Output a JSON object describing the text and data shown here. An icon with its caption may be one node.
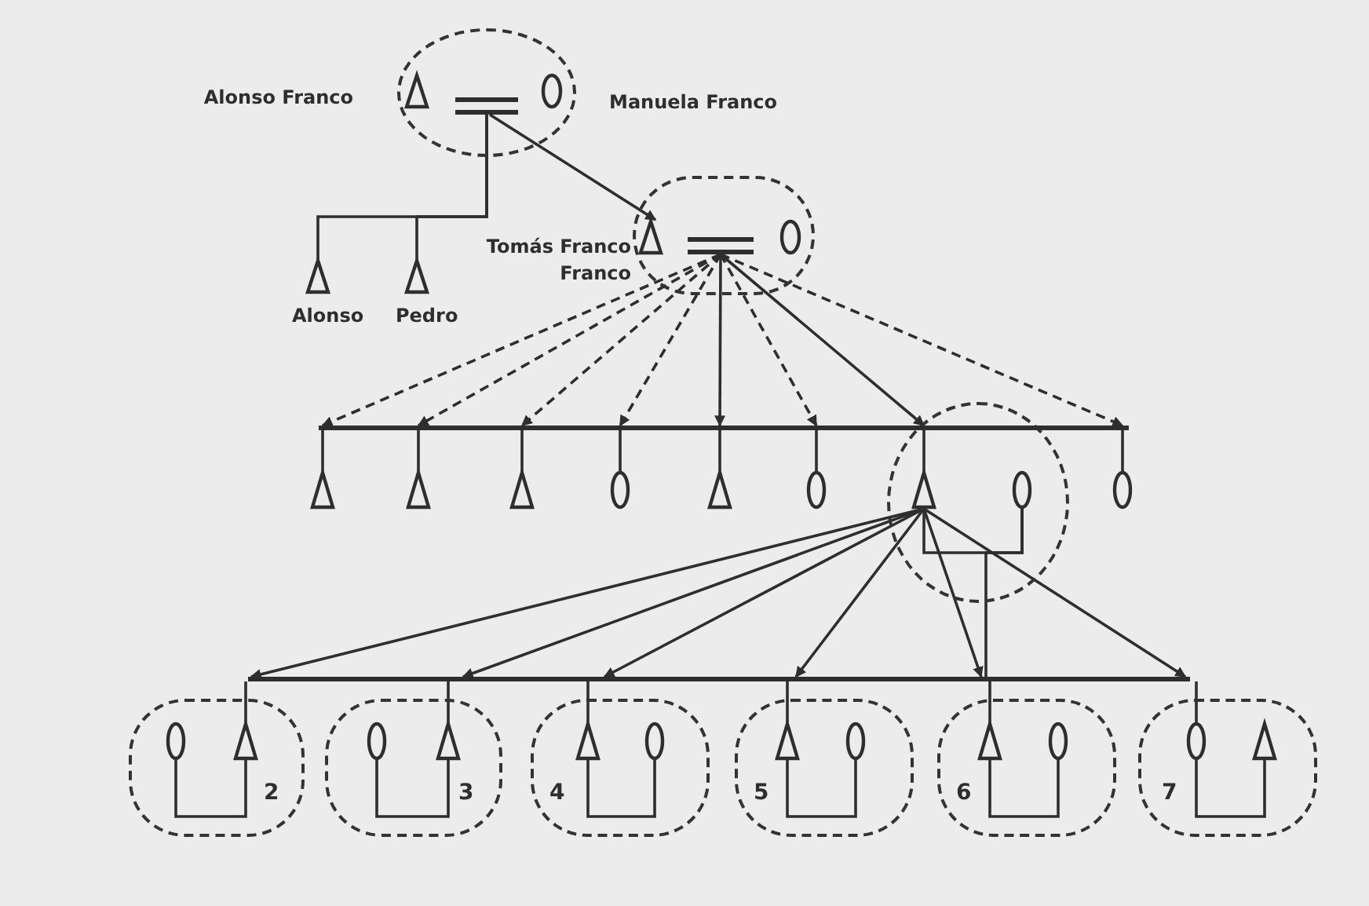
{
  "diagram": {
    "nodes": [
      {
        "text": [],
        "shape": "circle"
      },
      {
        "text": [],
        "shape": "triangle",
        "in": 0,
        "beside": [
          "Alonso Franco"
        ]
      },
      {
        "text": [],
        "shape": "bar",
        "in": 0
      },
      {
        "text": [],
        "shape": "circle",
        "in": 0,
        "beside": [
          "Manuela Franco"
        ]
      },
      {
        "text": [],
        "shape": "triangle",
        "beside": [
          "Alonso"
        ]
      },
      {
        "text": [],
        "shape": "triangle",
        "beside": [
          "Pedro"
        ]
      },
      {
        "text": [],
        "shape": "box"
      },
      {
        "text": [],
        "shape": "triangle",
        "in": 6,
        "beside": [
          "Tomás Franco Franco"
        ]
      },
      {
        "text": [],
        "shape": "bar",
        "in": 6
      },
      {
        "text": [],
        "shape": "circle",
        "in": 6
      },
      {
        "text": [],
        "shape": "triangle"
      },
      {
        "text": [],
        "shape": "triangle"
      },
      {
        "text": [],
        "shape": "triangle"
      },
      {
        "text": [],
        "shape": "circle"
      },
      {
        "text": [],
        "shape": "triangle"
      },
      {
        "text": [],
        "shape": "circle"
      },
      {
        "text": [],
        "shape": "circle"
      },
      {
        "text": [],
        "shape": "triangle",
        "in": 16
      },
      {
        "text": [],
        "shape": "circle",
        "in": 16
      },
      {
        "text": [],
        "shape": "circle"
      },
      {
        "text": [
          "2"
        ]
      },
      {
        "text": [],
        "shape": "circle",
        "in": 20
      },
      {
        "text": [],
        "shape": "triangle",
        "in": 20
      },
      {
        "text": [
          "3"
        ]
      },
      {
        "text": [],
        "shape": "circle",
        "in": 23
      },
      {
        "text": [],
        "shape": "triangle",
        "in": 23
      },
      {
        "text": [
          "4"
        ]
      },
      {
        "text": [],
        "shape": "triangle",
        "in": 26
      },
      {
        "text": [],
        "shape": "circle",
        "in": 26
      },
      {
        "text": [
          "5"
        ]
      },
      {
        "text": [],
        "shape": "triangle",
        "in": 29
      },
      {
        "text": [],
        "shape": "circle",
        "in": 29
      },
      {
        "text": [
          "6"
        ]
      },
      {
        "text": [],
        "shape": "triangle",
        "in": 32
      },
      {
        "text": [],
        "shape": "circle",
        "in": 32
      },
      {
        "text": [
          "7"
        ]
      },
      {
        "text": [],
        "shape": "circle",
        "in": 35
      },
      {
        "text": [],
        "shape": "triangle",
        "in": 35
      },
      {
        "text": [],
        "shape": "bar"
      },
      {
        "text": [],
        "shape": "bar"
      }
    ],
    "edges": [
      {
        "from": 2,
        "to": 4,
        "arrow": "none"
      },
      {
        "from": 2,
        "to": 5,
        "arrow": "none"
      },
      {
        "from": 2,
        "to": 7,
        "arrow": "to"
      },
      {
        "from": 8,
        "to": 38,
        "arrow": "to",
        "style": "dashed"
      },
      {
        "from": 8,
        "to": 38,
        "arrow": "to",
        "style": "dashed"
      },
      {
        "from": 8,
        "to": 38,
        "arrow": "to",
        "style": "dashed"
      },
      {
        "from": 8,
        "to": 38,
        "arrow": "to",
        "style": "dashed"
      },
      {
        "from": 8,
        "to": 38,
        "arrow": "to"
      },
      {
        "from": 8,
        "to": 38,
        "arrow": "to",
        "style": "dashed"
      },
      {
        "from": 8,
        "to": 38,
        "arrow": "to"
      },
      {
        "from": 8,
        "to": 38,
        "arrow": "to",
        "style": "dashed"
      },
      {
        "from": 17,
        "to": 18,
        "arrow": "none"
      },
      {
        "from": 17,
        "to": 39,
        "arrow": "to"
      },
      {
        "from": 17,
        "to": 39,
        "arrow": "to"
      },
      {
        "from": 17,
        "to": 39,
        "arrow": "to"
      },
      {
        "from": 17,
        "to": 39,
        "arrow": "to"
      },
      {
        "from": 17,
        "to": 39,
        "arrow": "to"
      },
      {
        "from": 17,
        "to": 39,
        "arrow": "to"
      },
      {
        "from": 18,
        "to": 39,
        "arrow": "none"
      },
      {
        "from": 21,
        "to": 22,
        "arrow": "none"
      },
      {
        "from": 24,
        "to": 25,
        "arrow": "none"
      },
      {
        "from": 27,
        "to": 28,
        "arrow": "none"
      },
      {
        "from": 30,
        "to": 31,
        "arrow": "none"
      },
      {
        "from": 33,
        "to": 34,
        "arrow": "none"
      },
      {
        "from": 36,
        "to": 37,
        "arrow": "none"
      },
      {
        "from": 38,
        "to": 10,
        "arrow": "none"
      },
      {
        "from": 38,
        "to": 11,
        "arrow": "none"
      },
      {
        "from": 38,
        "to": 12,
        "arrow": "none"
      },
      {
        "from": 38,
        "to": 13,
        "arrow": "none"
      },
      {
        "from": 38,
        "to": 14,
        "arrow": "none"
      },
      {
        "from": 38,
        "to": 15,
        "arrow": "none"
      },
      {
        "from": 38,
        "to": 17,
        "arrow": "none"
      },
      {
        "from": 38,
        "to": 19,
        "arrow": "none"
      },
      {
        "from": 39,
        "to": 22,
        "arrow": "none"
      },
      {
        "from": 39,
        "to": 25,
        "arrow": "none"
      },
      {
        "from": 39,
        "to": 27,
        "arrow": "none"
      },
      {
        "from": 39,
        "to": 30,
        "arrow": "none"
      },
      {
        "from": 39,
        "to": 33,
        "arrow": "none"
      },
      {
        "from": 39,
        "to": 36,
        "arrow": "none"
      }
    ]
  }
}
